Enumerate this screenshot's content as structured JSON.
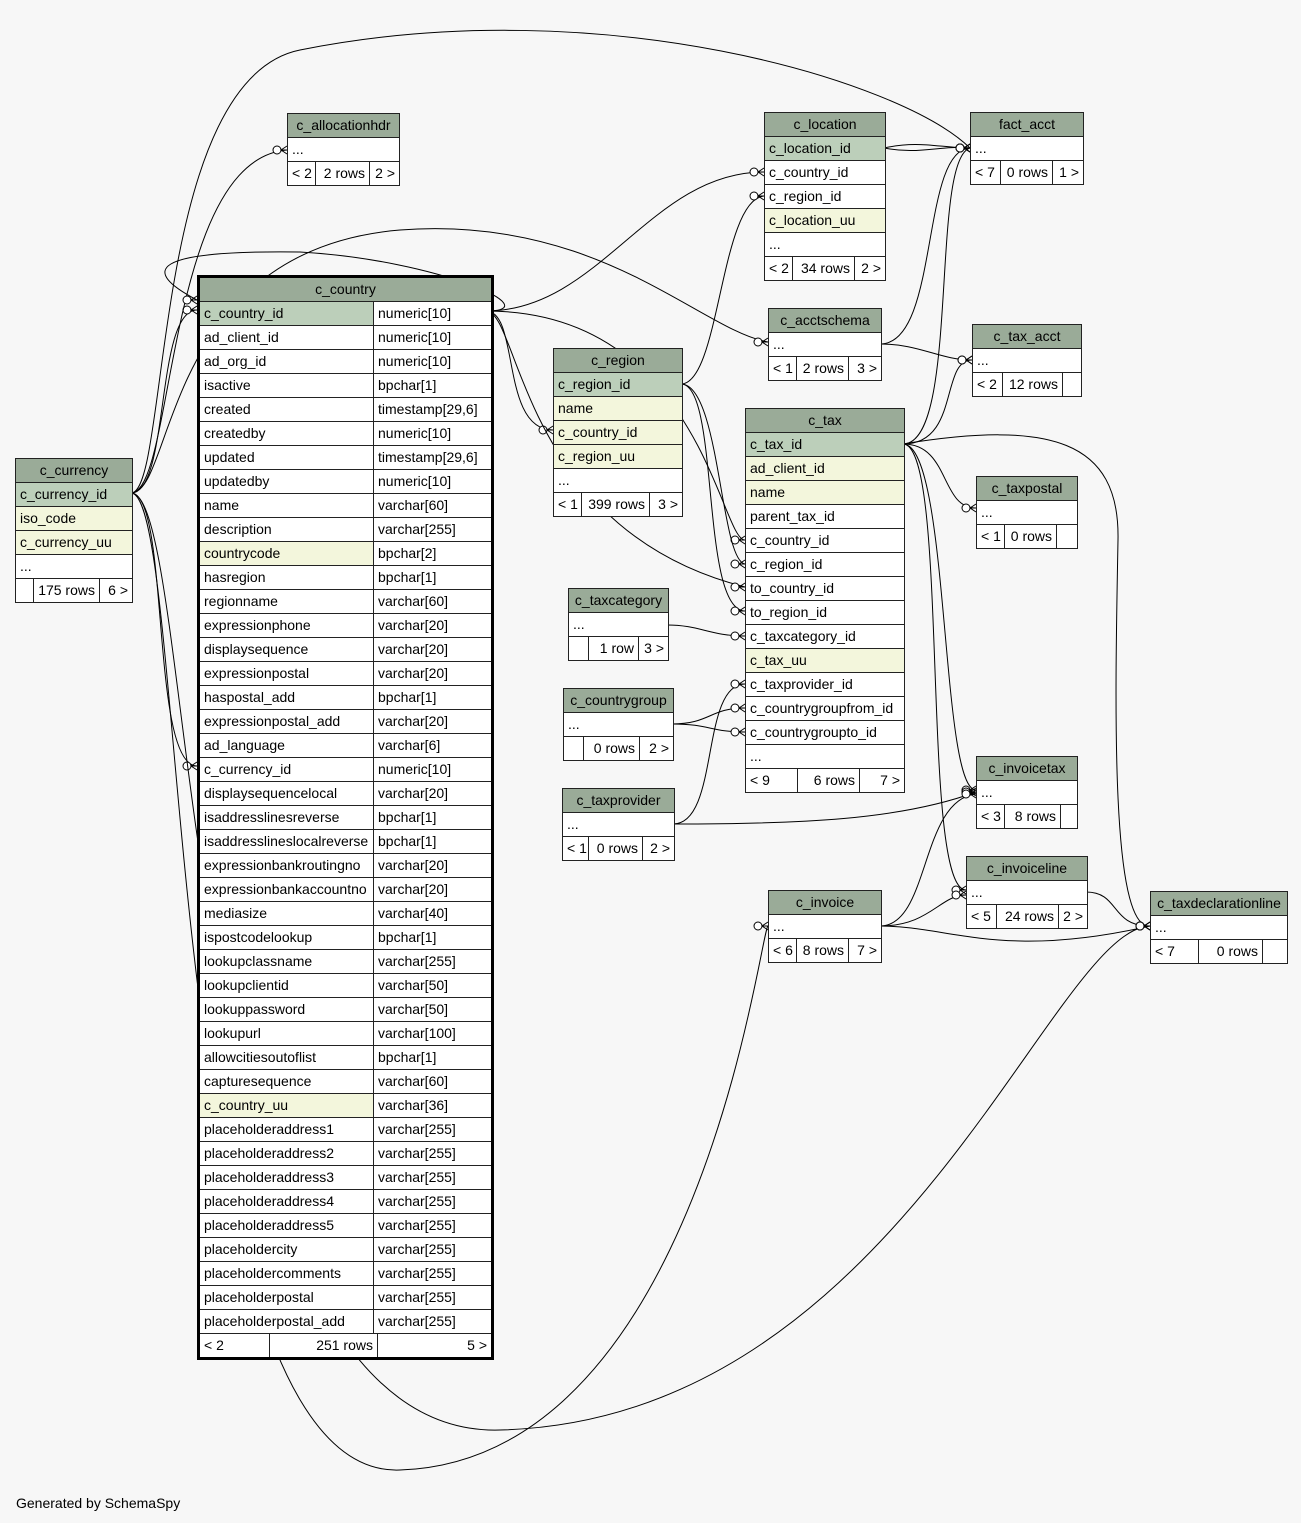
{
  "footer": "Generated by SchemaSpy",
  "tables": {
    "c_country": {
      "title": "c_country",
      "columns": [
        {
          "name": "c_country_id",
          "type": "numeric[10]",
          "style": "pk"
        },
        {
          "name": "ad_client_id",
          "type": "numeric[10]"
        },
        {
          "name": "ad_org_id",
          "type": "numeric[10]"
        },
        {
          "name": "isactive",
          "type": "bpchar[1]"
        },
        {
          "name": "created",
          "type": "timestamp[29,6]"
        },
        {
          "name": "createdby",
          "type": "numeric[10]"
        },
        {
          "name": "updated",
          "type": "timestamp[29,6]"
        },
        {
          "name": "updatedby",
          "type": "numeric[10]"
        },
        {
          "name": "name",
          "type": "varchar[60]"
        },
        {
          "name": "description",
          "type": "varchar[255]"
        },
        {
          "name": "countrycode",
          "type": "bpchar[2]",
          "style": "idx"
        },
        {
          "name": "hasregion",
          "type": "bpchar[1]"
        },
        {
          "name": "regionname",
          "type": "varchar[60]"
        },
        {
          "name": "expressionphone",
          "type": "varchar[20]"
        },
        {
          "name": "displaysequence",
          "type": "varchar[20]"
        },
        {
          "name": "expressionpostal",
          "type": "varchar[20]"
        },
        {
          "name": "haspostal_add",
          "type": "bpchar[1]"
        },
        {
          "name": "expressionpostal_add",
          "type": "varchar[20]"
        },
        {
          "name": "ad_language",
          "type": "varchar[6]"
        },
        {
          "name": "c_currency_id",
          "type": "numeric[10]"
        },
        {
          "name": "displaysequencelocal",
          "type": "varchar[20]"
        },
        {
          "name": "isaddresslinesreverse",
          "type": "bpchar[1]"
        },
        {
          "name": "isaddresslineslocalreverse",
          "type": "bpchar[1]"
        },
        {
          "name": "expressionbankroutingno",
          "type": "varchar[20]"
        },
        {
          "name": "expressionbankaccountno",
          "type": "varchar[20]"
        },
        {
          "name": "mediasize",
          "type": "varchar[40]"
        },
        {
          "name": "ispostcodelookup",
          "type": "bpchar[1]"
        },
        {
          "name": "lookupclassname",
          "type": "varchar[255]"
        },
        {
          "name": "lookupclientid",
          "type": "varchar[50]"
        },
        {
          "name": "lookuppassword",
          "type": "varchar[50]"
        },
        {
          "name": "lookupurl",
          "type": "varchar[100]"
        },
        {
          "name": "allowcitiesoutoflist",
          "type": "bpchar[1]"
        },
        {
          "name": "capturesequence",
          "type": "varchar[60]"
        },
        {
          "name": "c_country_uu",
          "type": "varchar[36]",
          "style": "idx"
        },
        {
          "name": "placeholderaddress1",
          "type": "varchar[255]"
        },
        {
          "name": "placeholderaddress2",
          "type": "varchar[255]"
        },
        {
          "name": "placeholderaddress3",
          "type": "varchar[255]"
        },
        {
          "name": "placeholderaddress4",
          "type": "varchar[255]"
        },
        {
          "name": "placeholderaddress5",
          "type": "varchar[255]"
        },
        {
          "name": "placeholdercity",
          "type": "varchar[255]"
        },
        {
          "name": "placeholdercomments",
          "type": "varchar[255]"
        },
        {
          "name": "placeholderpostal",
          "type": "varchar[255]"
        },
        {
          "name": "placeholderpostal_add",
          "type": "varchar[255]"
        }
      ],
      "footer": [
        "< 2",
        "251 rows",
        "5 >"
      ]
    },
    "c_currency": {
      "title": "c_currency",
      "columns": [
        {
          "name": "c_currency_id",
          "style": "pk"
        },
        {
          "name": "iso_code",
          "style": "idx"
        },
        {
          "name": "c_currency_uu",
          "style": "idx"
        },
        {
          "name": "..."
        }
      ],
      "footer": [
        "",
        "175 rows",
        "6 >"
      ]
    },
    "c_allocationhdr": {
      "title": "c_allocationhdr",
      "columns": [
        {
          "name": "..."
        }
      ],
      "footer": [
        "< 2",
        "2 rows",
        "2 >"
      ]
    },
    "c_location": {
      "title": "c_location",
      "columns": [
        {
          "name": "c_location_id",
          "style": "pk"
        },
        {
          "name": "c_country_id"
        },
        {
          "name": "c_region_id"
        },
        {
          "name": "c_location_uu",
          "style": "idx"
        },
        {
          "name": "..."
        }
      ],
      "footer": [
        "< 2",
        "34 rows",
        "2 >"
      ]
    },
    "fact_acct": {
      "title": "fact_acct",
      "columns": [
        {
          "name": "..."
        }
      ],
      "footer": [
        "< 7",
        "0 rows",
        "1 >"
      ]
    },
    "c_acctschema": {
      "title": "c_acctschema",
      "columns": [
        {
          "name": "..."
        }
      ],
      "footer": [
        "< 1",
        "2 rows",
        "3 >"
      ]
    },
    "c_tax_acct": {
      "title": "c_tax_acct",
      "columns": [
        {
          "name": "..."
        }
      ],
      "footer": [
        "< 2",
        "12 rows",
        ""
      ]
    },
    "c_region": {
      "title": "c_region",
      "columns": [
        {
          "name": "c_region_id",
          "style": "pk"
        },
        {
          "name": "name",
          "style": "idx"
        },
        {
          "name": "c_country_id",
          "style": "idx"
        },
        {
          "name": "c_region_uu",
          "style": "idx"
        },
        {
          "name": "..."
        }
      ],
      "footer": [
        "< 1",
        "399 rows",
        "3 >"
      ]
    },
    "c_tax": {
      "title": "c_tax",
      "columns": [
        {
          "name": "c_tax_id",
          "style": "pk"
        },
        {
          "name": "ad_client_id",
          "style": "idx"
        },
        {
          "name": "name",
          "style": "idx"
        },
        {
          "name": "parent_tax_id"
        },
        {
          "name": "c_country_id"
        },
        {
          "name": "c_region_id"
        },
        {
          "name": "to_country_id"
        },
        {
          "name": "to_region_id"
        },
        {
          "name": "c_taxcategory_id"
        },
        {
          "name": "c_tax_uu",
          "style": "idx"
        },
        {
          "name": "c_taxprovider_id"
        },
        {
          "name": "c_countrygroupfrom_id"
        },
        {
          "name": "c_countrygroupto_id"
        },
        {
          "name": "..."
        }
      ],
      "footer": [
        "< 9",
        "6 rows",
        "7 >"
      ]
    },
    "c_taxpostal": {
      "title": "c_taxpostal",
      "columns": [
        {
          "name": "..."
        }
      ],
      "footer": [
        "< 1",
        "0 rows",
        ""
      ]
    },
    "c_taxcategory": {
      "title": "c_taxcategory",
      "columns": [
        {
          "name": "..."
        }
      ],
      "footer": [
        "",
        "1 row",
        "3 >"
      ]
    },
    "c_countrygroup": {
      "title": "c_countrygroup",
      "columns": [
        {
          "name": "..."
        }
      ],
      "footer": [
        "",
        "0 rows",
        "2 >"
      ]
    },
    "c_taxprovider": {
      "title": "c_taxprovider",
      "columns": [
        {
          "name": "..."
        }
      ],
      "footer": [
        "< 1",
        "0 rows",
        "2 >"
      ]
    },
    "c_invoicetax": {
      "title": "c_invoicetax",
      "columns": [
        {
          "name": "..."
        }
      ],
      "footer": [
        "< 3",
        "8 rows",
        ""
      ]
    },
    "c_invoiceline": {
      "title": "c_invoiceline",
      "columns": [
        {
          "name": "..."
        }
      ],
      "footer": [
        "< 5",
        "24 rows",
        "2 >"
      ]
    },
    "c_invoice": {
      "title": "c_invoice",
      "columns": [
        {
          "name": "..."
        }
      ],
      "footer": [
        "< 6",
        "8 rows",
        "7 >"
      ]
    },
    "c_taxdeclarationline": {
      "title": "c_taxdeclarationline",
      "columns": [
        {
          "name": "..."
        }
      ],
      "footer": [
        "< 7",
        "0 rows",
        ""
      ]
    }
  }
}
